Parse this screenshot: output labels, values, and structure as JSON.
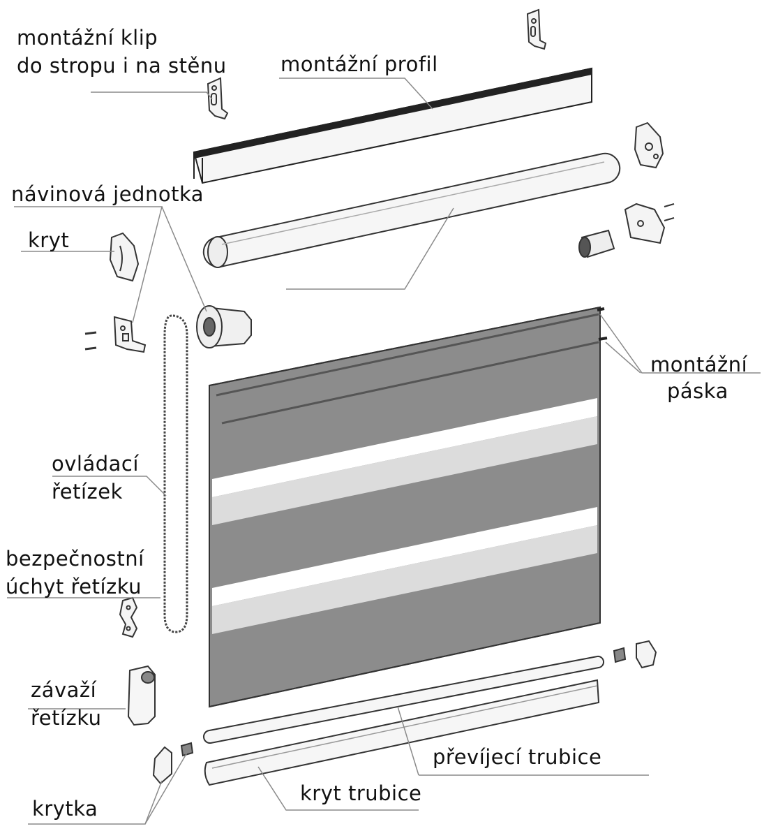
{
  "labels": {
    "clip_line1": "montážní klip",
    "clip_line2": "do stropu i na stěnu",
    "profile": "montážní profil",
    "winding_unit": "návinová jednotka",
    "cover": "kryt",
    "tape_line1": "montážní",
    "tape_line2": "páska",
    "chain_line1": "ovládací",
    "chain_line2": "řetízek",
    "safety_line1": "bezpečnostní",
    "safety_line2": "úchyt řetízku",
    "weight_line1": "závaží",
    "weight_line2": "řetízku",
    "turn_tube": "převíjecí trubice",
    "tube_cover": "kryt trubice",
    "end_cap": "krytka"
  },
  "colors": {
    "line": "#333333",
    "leader": "#8a8a8a",
    "fabric_dark": "#8c8c8c",
    "fabric_light": "#dcdcdc",
    "fabric_white": "#ffffff",
    "part_fill": "#f2f2f2"
  }
}
